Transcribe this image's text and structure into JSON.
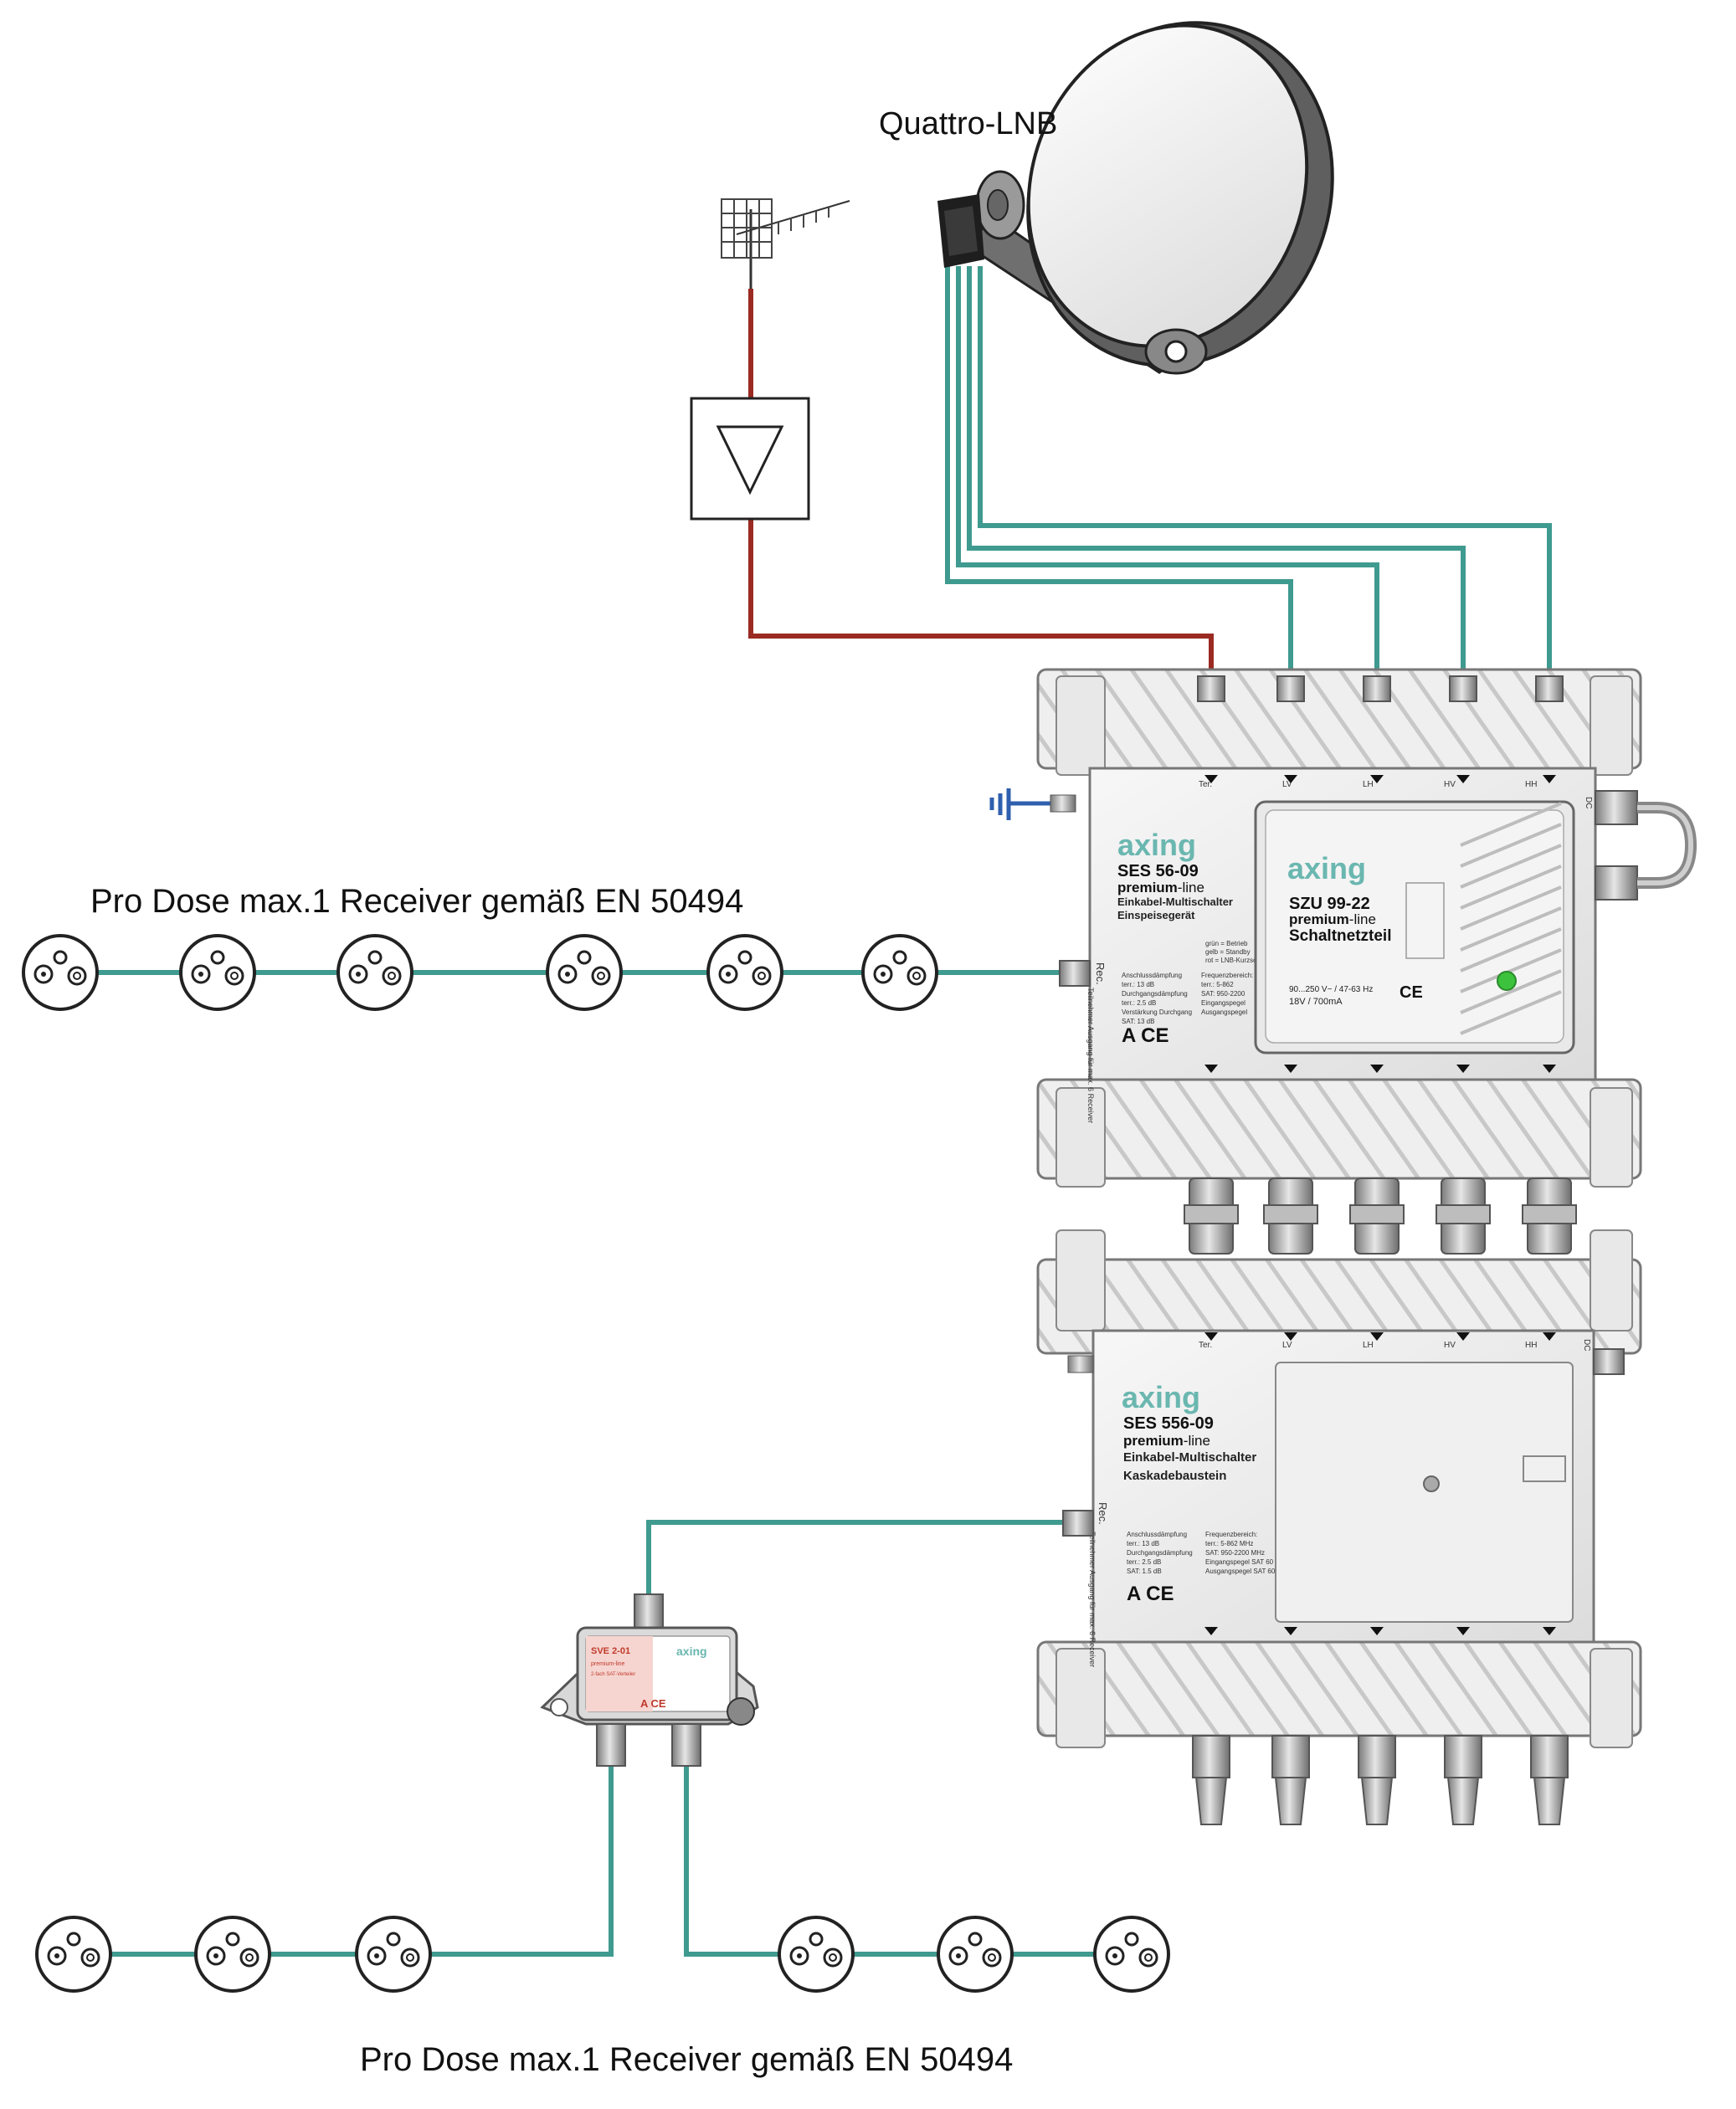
{
  "lnb_label": "Quattro-LNB",
  "socket_note_top": "Pro Dose max.1 Receiver gemäß EN 50494",
  "socket_note_bottom": "Pro Dose max.1 Receiver gemäß EN 50494",
  "multiswitch_1": {
    "brand": "axing",
    "model": "SES 56-09",
    "line_bold": "premium",
    "line_rest": "-line",
    "desc1": "Einkabel-Multischalter",
    "desc2": "Einspeisegerät",
    "inputs": [
      "Ter.",
      "LV",
      "LH",
      "HV",
      "HH"
    ],
    "dc": "DC",
    "rec": "Rec.",
    "rec_note": "Teilnehmer Ausgang für max. 6 Receiver",
    "led_legend": [
      "grün = Betrieb",
      "gelb = Standby",
      "rot = LNB-Kurzschluss"
    ],
    "specs_left": [
      "Anschlussdämpfung",
      "terr.:  13 dB",
      "Durchgangsdämpfung",
      "terr.:  2.5 dB",
      "Verstärkung Durchgang",
      "SAT:  13 dB"
    ],
    "specs_right": [
      "Frequenzbereich:",
      "terr.: 5-862",
      "SAT: 950-2200",
      "Eingangspegel",
      "Ausgangspegel"
    ]
  },
  "power_supply": {
    "brand": "axing",
    "model": "SZU 99-22",
    "line_bold": "premium",
    "line_rest": "-line",
    "desc": "Schaltnetzteil",
    "spec1": "90...250 V~ / 47-63 Hz",
    "spec2": "18V / 700mA"
  },
  "multiswitch_2": {
    "brand": "axing",
    "model": "SES 556-09",
    "line_bold": "premium",
    "line_rest": "-line",
    "desc1": "Einkabel-Multischalter",
    "desc2": "Kaskadebaustein",
    "inputs": [
      "Ter.",
      "LV",
      "LH",
      "HV",
      "HH"
    ],
    "dc": "DC",
    "rec": "Rec.",
    "rec_note": "Teilnehmer Ausgang für max. 6 Receiver",
    "specs_left": [
      "Anschlussdämpfung",
      "terr.:  13 dB",
      "Durchgangsdämpfung",
      "terr.:  2.5 dB",
      "SAT:  1.5 dB"
    ],
    "specs_right": [
      "Frequenzbereich:",
      "terr.: 5-862  MHz",
      "SAT: 950-2200  MHz",
      "Eingangspegel SAT 60",
      "Ausgangspegel SAT 60"
    ]
  },
  "splitter": {
    "model": "SVE 2-01",
    "brand": "axing",
    "line": "premium-line",
    "desc": "2-fach SAT-Verteiler"
  },
  "colors": {
    "sat_cable": "#3f9a8f",
    "ter_cable": "#9a2a22",
    "ground": "#2f5fae",
    "axing_teal": "#6ab7b0",
    "device_body": "#eeeeee",
    "led_green": "#3cc23c"
  }
}
